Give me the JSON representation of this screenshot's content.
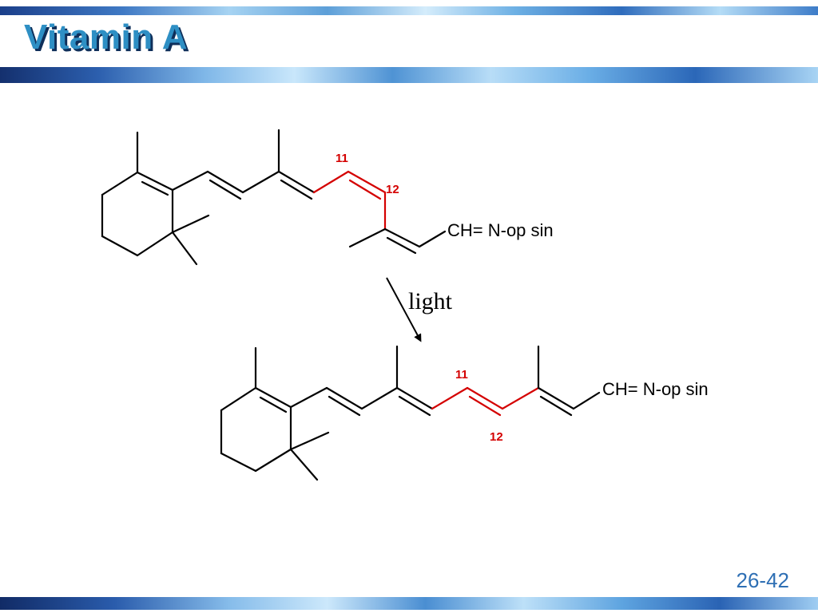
{
  "slide": {
    "title": "Vitamin A",
    "page_number": "26-42"
  },
  "diagram": {
    "top_molecule": {
      "group_label": "CH= N-op sin",
      "locant_a": "11",
      "locant_b": "12"
    },
    "reaction_label": "light",
    "bottom_molecule": {
      "group_label": "CH= N-op sin",
      "locant_a": "11",
      "locant_b": "12"
    },
    "highlight_color": "#d40000"
  }
}
